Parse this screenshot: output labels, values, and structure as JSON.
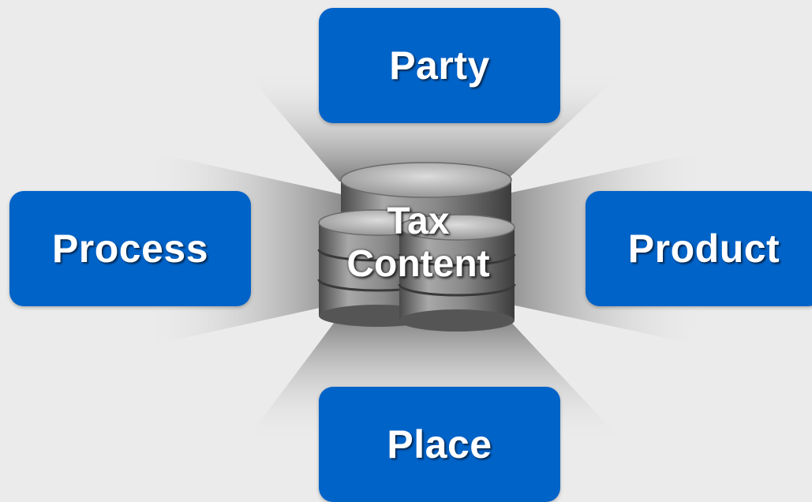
{
  "diagram": {
    "center": {
      "icon": "database-stack-icon",
      "line1": "Tax",
      "line2": "Content"
    },
    "nodes": {
      "party": "Party",
      "process": "Process",
      "product": "Product",
      "place": "Place"
    },
    "colors": {
      "node_fill": "#0063c8",
      "node_text": "#ffffff",
      "background": "#ebebeb"
    }
  }
}
